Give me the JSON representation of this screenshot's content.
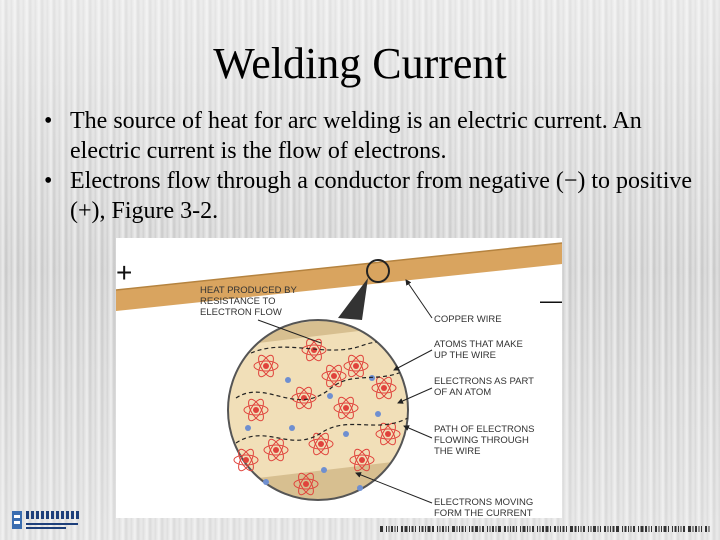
{
  "slide": {
    "title": "Welding Current",
    "bullets": [
      {
        "marker": "•",
        "text": "The source of heat for arc welding is an electric current. An electric current is the flow of electrons."
      },
      {
        "marker": "•",
        "text": "Electrons flow through a conductor from negative (−) to positive (+), Figure 3-2."
      }
    ]
  },
  "figure": {
    "plus_sign": "+",
    "minus_sign": "—",
    "label_heat": [
      "HEAT PRODUCED BY",
      "RESISTANCE TO",
      "ELECTRON FLOW"
    ],
    "label_copper": [
      "COPPER WIRE"
    ],
    "label_atoms": [
      "ATOMS THAT MAKE",
      "UP THE WIRE"
    ],
    "label_electrons_part": [
      "ELECTRONS AS PART",
      "OF AN ATOM"
    ],
    "label_path": [
      "PATH OF ELECTRONS",
      "FLOWING THROUGH",
      "THE WIRE"
    ],
    "label_moving": [
      "ELECTRONS MOVING",
      "FORM THE CURRENT"
    ]
  },
  "colors": {
    "wire": "#d9a45f",
    "circle_fill": "#f1dfb8",
    "atom_red": "#e0433c",
    "electron_blue": "#6f8fd0"
  },
  "icons": [
    "publisher-logo-icon",
    "footer-barcode-icon"
  ]
}
